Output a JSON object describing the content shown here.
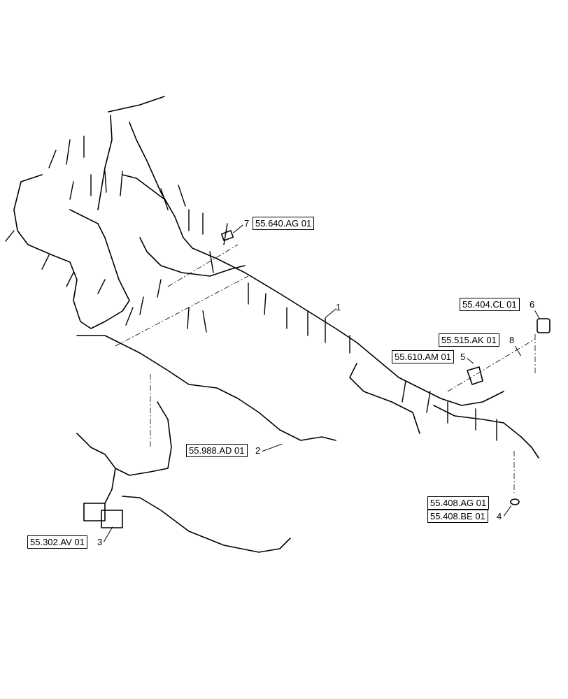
{
  "callouts": [
    {
      "item": "1",
      "reference": ""
    },
    {
      "item": "2",
      "reference": "55.988.AD 01"
    },
    {
      "item": "3",
      "reference": "55.302.AV 01"
    },
    {
      "item": "4",
      "reference": "55.408.AG 01",
      "reference_2": "55.408.BE 01"
    },
    {
      "item": "5",
      "reference": "55.610.AM 01"
    },
    {
      "item": "6",
      "reference": "55.404.CL 01"
    },
    {
      "item": "7",
      "reference": "55.640.AG 01"
    },
    {
      "item": "8",
      "reference": "55.515.AK 01"
    }
  ],
  "colors": {
    "line": "#000000",
    "background": "#ffffff"
  }
}
